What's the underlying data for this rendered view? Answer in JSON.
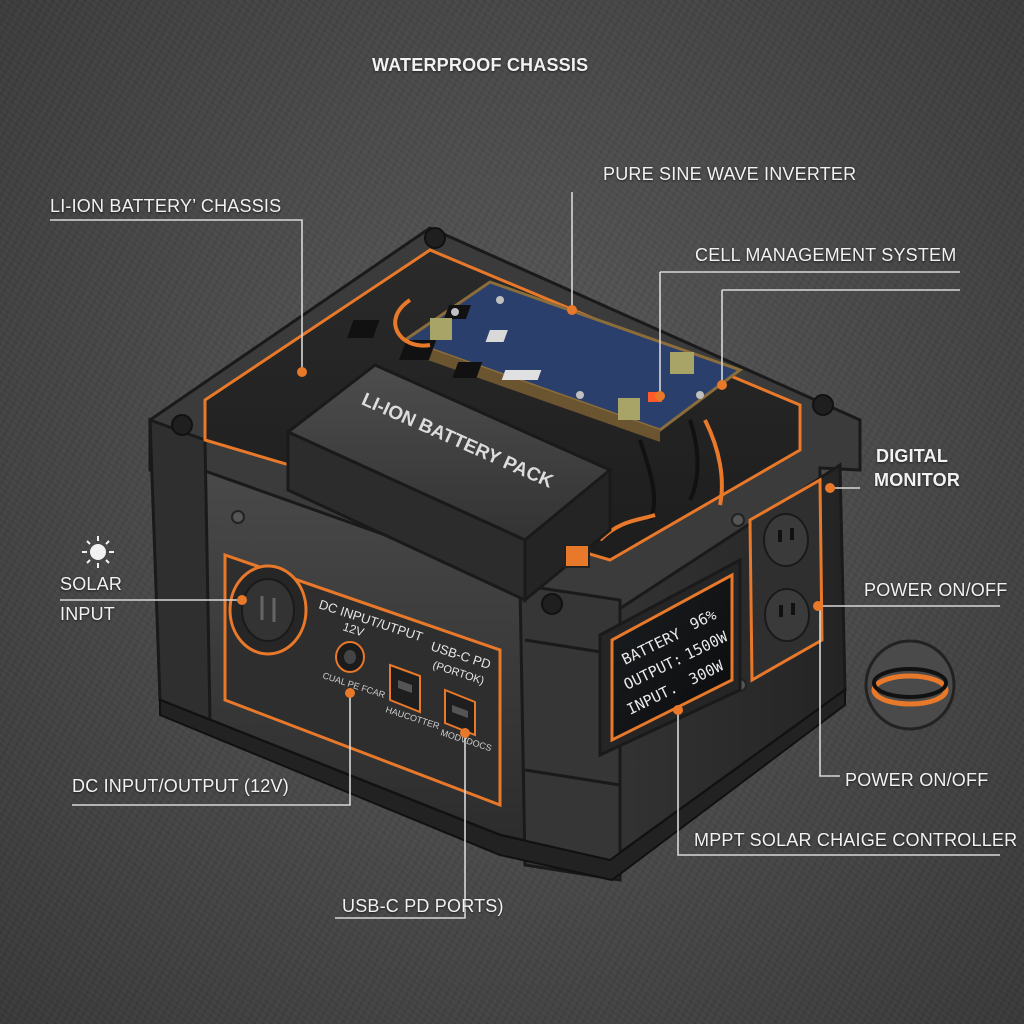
{
  "labels": {
    "waterproof_chassis": "WATERPROOF CHASSIS",
    "battery_chassis": "LI-ION BATTERY’ CHASSIS",
    "pure_sine": "PURE SINE WAVE INVERTER",
    "cell_mgmt": "CELL MANAGEMENT SYSTEM",
    "digital_monitor_1": "DIGITAL",
    "digital_monitor_2": "MONITOR",
    "solar_input_1": "SOLAR",
    "solar_input_2": "INPUT",
    "power_onoff_top": "POWER ON/OFF",
    "power_onoff_bottom": "POWER ON/OFF",
    "dc_io": "DC INPUT/OUTPUT (12V)",
    "mppt": "MPPT SOLAR CHAIGE CONTROLLER",
    "usb_c": "USB-C PD PORTS)"
  },
  "device": {
    "battery_pack_label": "LI-ION BATTERY PACK",
    "panel_dc_title": "DC INPUT/UTPUT",
    "panel_dc_voltage": "12V",
    "panel_usbc_title": "USB-C PD",
    "panel_usbc_sub": "(PORTOK)",
    "panel_caption_left": "CUAL PE FCAR",
    "panel_caption_mid": "HAUCOTTER",
    "panel_caption_right": "MODVDOCS"
  },
  "screen": {
    "row1_label": "BATTERY",
    "row1_value": "96%",
    "row2_label": "OUTPUT:",
    "row2_value": "1500W",
    "row3_label": "INPUT.",
    "row3_value": "300W"
  },
  "colors": {
    "accent": "#e8782a",
    "chassis": "#3a3a3a",
    "chassis_dark": "#262626",
    "pcb": "#2a3f6b",
    "text": "#f2f2f2"
  }
}
